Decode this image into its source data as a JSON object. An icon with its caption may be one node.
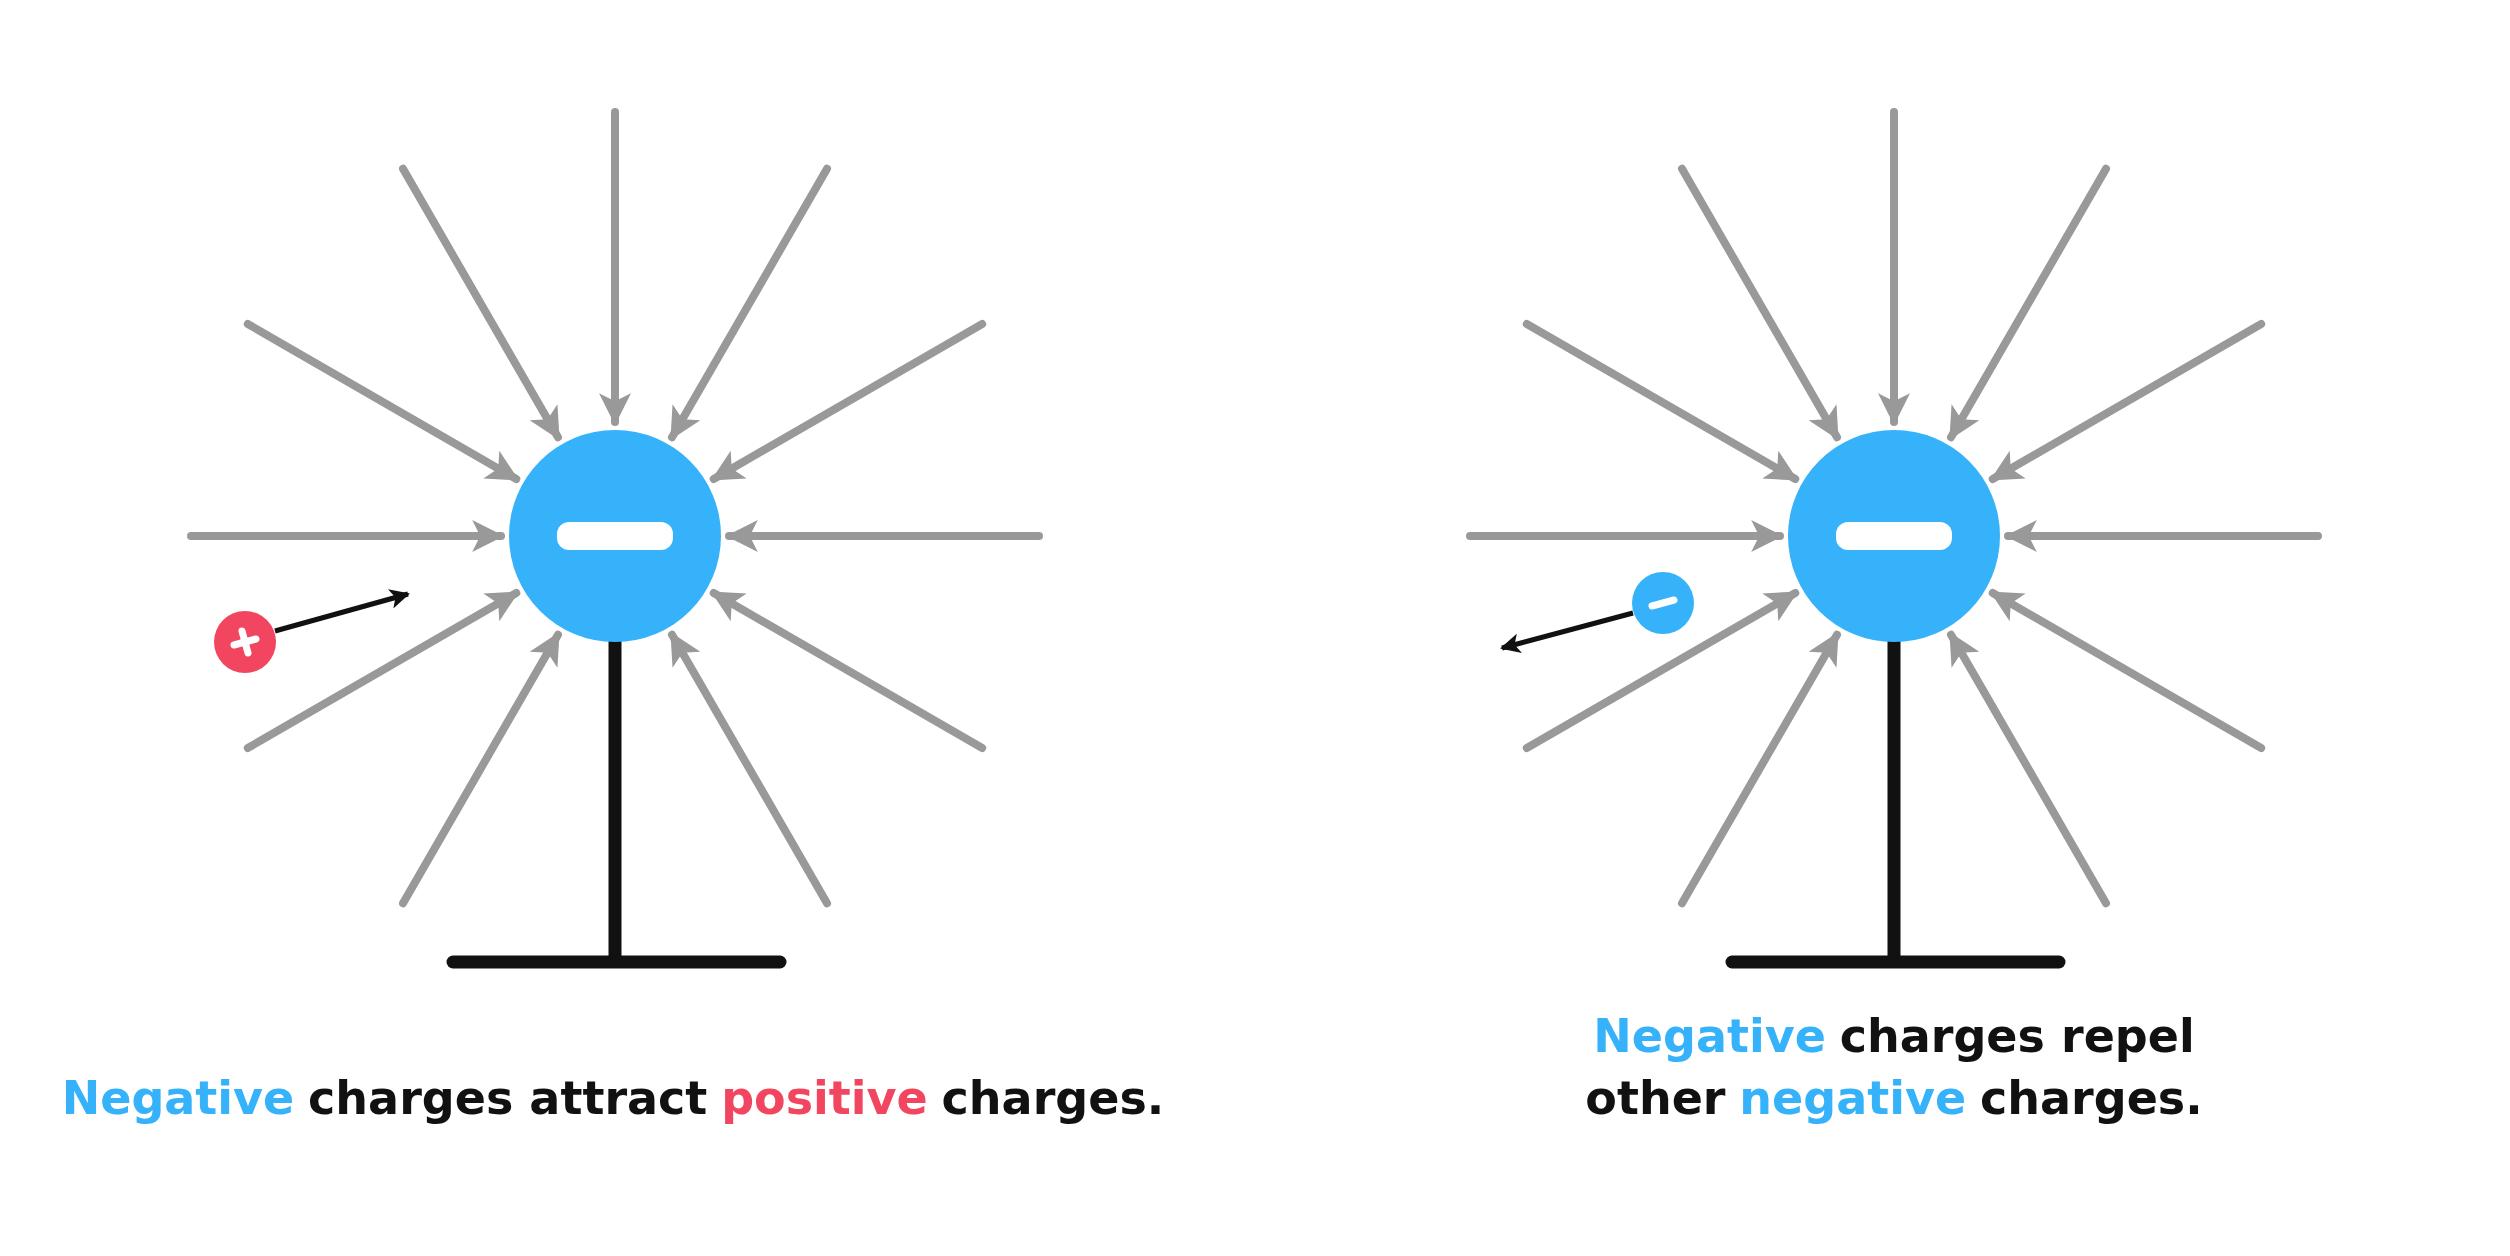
{
  "diagram": {
    "labels": [
      "Negative",
      "charges attract",
      "positive",
      "charges.",
      "Negative",
      "charges repel",
      "other",
      "negative",
      "charges."
    ]
  }
}
